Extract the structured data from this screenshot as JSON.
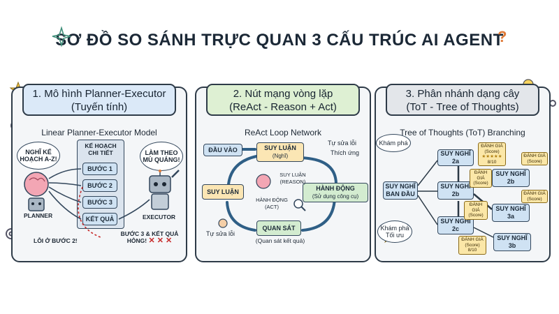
{
  "title": "SƠ ĐỒ SO SÁNH TRỰC QUAN 3 CẤU TRÚC AI AGENT",
  "panels": [
    {
      "title_line1": "1. Mô hình Planner-Executor",
      "title_line2": "(Tuyến tính)",
      "subtitle": "Linear Planner-Executor Model",
      "planner_thought_l1": "NGHĨ KẾ",
      "planner_thought_l2": "HOẠCH A-Z!",
      "plan_header_l1": "KẾ HOẠCH",
      "plan_header_l2": "CHI TIẾT",
      "steps": [
        "BƯỚC 1",
        "BƯỚC 2",
        "BƯỚC 3",
        "KẾT QUẢ"
      ],
      "executor_thought_l1": "LÀM THEO",
      "executor_thought_l2": "MÙ QUÁNG!",
      "planner_label": "PLANNER",
      "executor_label": "EXECUTOR",
      "error_label": "LỖI Ở BƯỚC 2!",
      "failure_l1": "BƯỚC 3 & KẾT QUẢ",
      "failure_l2": "HỎNG!",
      "fail_marks": "✕ ✕ ✕",
      "colors": {
        "header": "#dbe9f8",
        "box": "#cfe2f3"
      }
    },
    {
      "title_line1": "2. Nút mạng vòng lặp",
      "title_line2": "(ReAct - Reason + Act)",
      "subtitle": "ReAct Loop Network",
      "input_label": "ĐẦU VÀO",
      "reason_l1": "SUY LUẬN",
      "reason_l2": "(Nghĩ)",
      "act_l1": "HÀNH ĐỘNG",
      "act_l2": "(Sử dụng công cụ)",
      "observe_label": "QUAN SÁT",
      "observe_caption": "(Quan sát kết quả)",
      "left_reason": "SUY LUẬN",
      "center_reason_l1": "SUY LUẬN",
      "center_reason_l2": "(REASON)",
      "center_act_l1": "HÀNH ĐỘNG",
      "center_act_l2": "(ACT)",
      "self_correct_top": "Tự sửa lỗi",
      "adapt": "Thích ứng",
      "self_correct_bottom": "Tự sửa lỗi",
      "colors": {
        "header": "#def0d3",
        "reason": "#fbe6b4",
        "act": "#d3ecd0",
        "input": "#cfe2f3"
      }
    },
    {
      "title_line1": "3. Phân nhánh dạng cây",
      "title_line2": "(ToT - Tree of Thoughts)",
      "subtitle": "Tree of Thoughts (ToT) Branching",
      "explore_l1": "Khám phá",
      "explore2_l1": "Khám phá",
      "explore2_l2": "Tối ưu",
      "root_l1": "SUY NGHĨ",
      "root_l2": "BAN ĐẦU",
      "nodes": [
        {
          "l1": "SUY NGHĨ",
          "l2": "2a"
        },
        {
          "l1": "SUY NGHĨ",
          "l2": "2b"
        },
        {
          "l1": "SUY NGHĨ",
          "l2": "2c"
        },
        {
          "l1": "SUY NGHĨ",
          "l2": "2b"
        },
        {
          "l1": "SUY NGHĨ",
          "l2": "3a"
        },
        {
          "l1": "SUY NGHĨ",
          "l2": "3b"
        }
      ],
      "score_l1": "ĐÁNH GIÁ",
      "score_l2": "(Score)",
      "score_a": "8/10",
      "score_c_l1": "(Score)",
      "score_c_l2": "8/10",
      "colors": {
        "header": "#e3e6ea",
        "node": "#cfe2f3",
        "score": "#fbe7a8"
      }
    }
  ]
}
